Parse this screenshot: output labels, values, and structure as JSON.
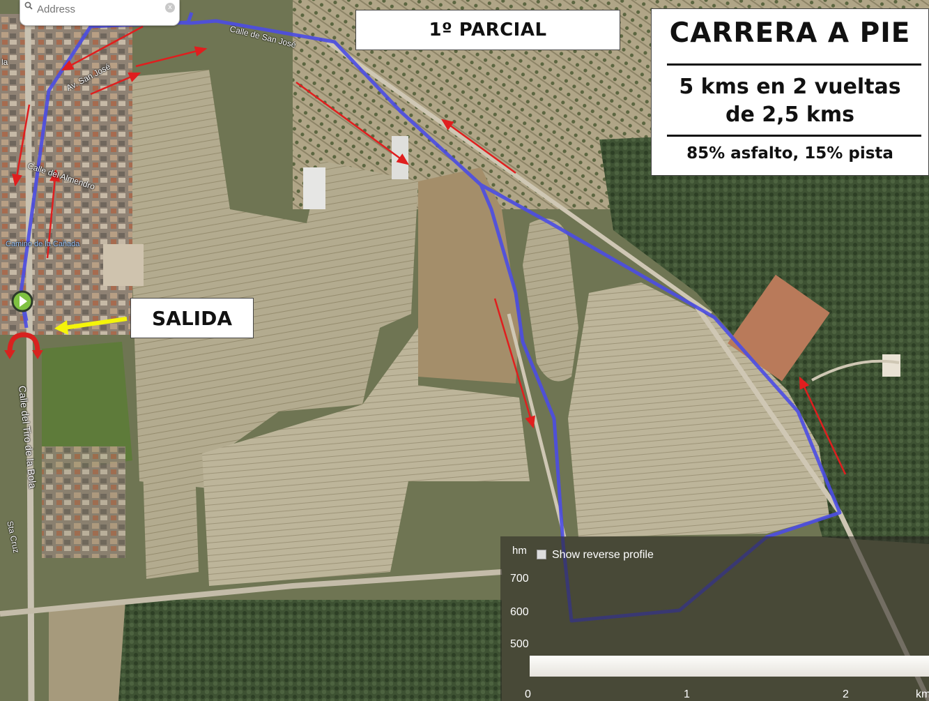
{
  "search": {
    "placeholder": "Address",
    "clear_glyph": "x"
  },
  "labels": {
    "parcial": "1º PARCIAL",
    "title": "CARRERA A PIE",
    "line1": "5 kms en 2 vueltas",
    "line2": "de 2,5 kms",
    "line3": "85% asfalto, 15% pista",
    "salida": "SALIDA"
  },
  "streets": {
    "san_jose_a": "Calle de San José",
    "san_jose_b": "Av. San José",
    "almendro": "Calle del Almendro",
    "tiro_bola": "Calle del Tiro de la Bola",
    "cruz": "Sta Cruz",
    "camino": "Camino de la Cañada",
    "la": "la"
  },
  "profile": {
    "unit_y": "hm",
    "reverse_label": "Show reverse profile",
    "y_ticks": [
      "700",
      "600",
      "500"
    ],
    "x_ticks": [
      "0",
      "1",
      "2"
    ],
    "unit_x": "km"
  },
  "colors": {
    "route": "#4b4ce4",
    "arrow": "#e01e1e",
    "start_arrow": "#f4f40a",
    "start_marker": "#7fc241"
  }
}
